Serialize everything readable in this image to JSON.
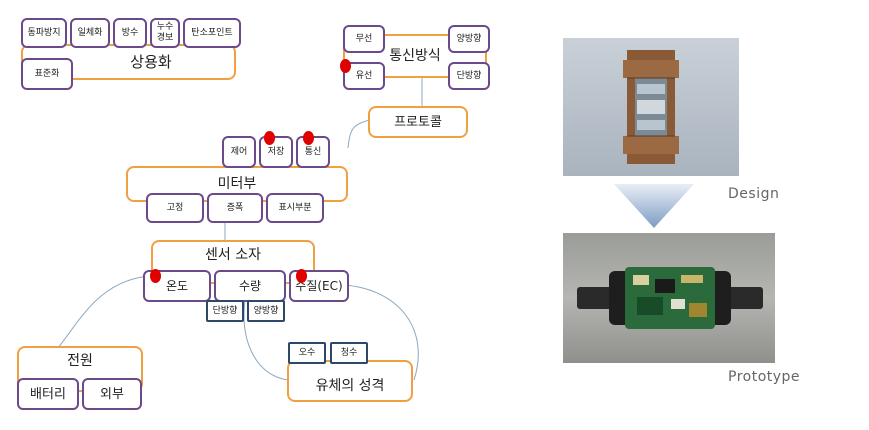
{
  "diagram": {
    "commercial": {
      "title": "상용화",
      "items": [
        "동파방지",
        "일체화",
        "방수",
        "누수",
        "경보",
        "탄소포인트",
        "표준화"
      ]
    },
    "communication": {
      "title": "통신방식",
      "items": [
        "무선",
        "유선",
        "양방향",
        "단방향"
      ],
      "protocol": "프로토콜"
    },
    "meter": {
      "title": "미터부",
      "top_items": [
        "제어",
        "저장",
        "통신"
      ],
      "bottom_items": [
        "고정",
        "증폭",
        "표시부분"
      ]
    },
    "sensor": {
      "title": "센서 소자",
      "items": [
        "온도",
        "수량",
        "수질(EC)"
      ],
      "flow_options": [
        "단방향",
        "양방향"
      ]
    },
    "power": {
      "title": "전원",
      "items": [
        "배터리",
        "외부"
      ]
    },
    "fluid": {
      "title": "유체의 성격",
      "items": [
        "오수",
        "청수"
      ]
    },
    "colors": {
      "orange_border": "#f0a040",
      "purple_border": "#6b4a8c",
      "navy_border": "#2d4868",
      "marker": "#e00000",
      "connector": "#8aa8c0"
    }
  },
  "captions": {
    "design": "Design",
    "prototype": "Prototype"
  }
}
